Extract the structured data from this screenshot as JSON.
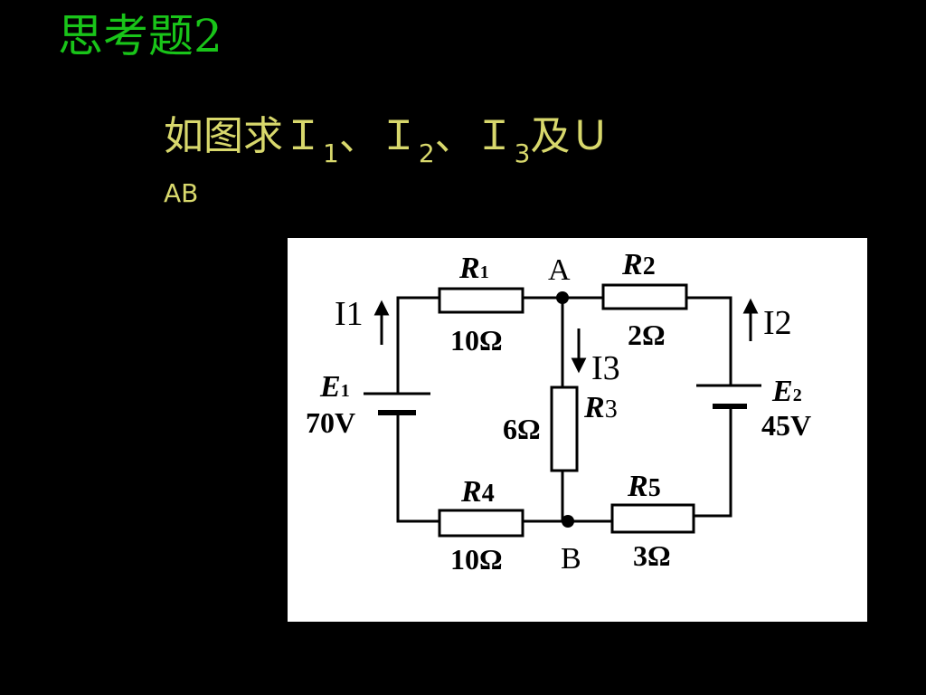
{
  "slide": {
    "title": "思考题2",
    "question": {
      "prefix": "如图求Ｉ",
      "sub1": "1",
      "sep1": "、Ｉ",
      "sub2": "2",
      "sep2": "、Ｉ",
      "sub3": "3",
      "suffix": "及Ｕ",
      "line2": "AB"
    }
  },
  "colors": {
    "background": "#000000",
    "title": "#19c419",
    "question": "#d8d86c",
    "diagram_bg": "#ffffff",
    "ink": "#000000"
  },
  "circuit": {
    "nodes": {
      "a": "A",
      "b": "B"
    },
    "resistors": [
      {
        "name": "R",
        "sub": "1",
        "value": "10Ω"
      },
      {
        "name": "R",
        "sub": "2",
        "value": "2Ω"
      },
      {
        "name": "R",
        "sub": "3",
        "value": "6Ω"
      },
      {
        "name": "R",
        "sub": "4",
        "value": "10Ω"
      },
      {
        "name": "R",
        "sub": "5",
        "value": "3Ω"
      }
    ],
    "sources": [
      {
        "name": "E",
        "sub": "1",
        "value": "70V"
      },
      {
        "name": "E",
        "sub": "2",
        "value": "45V"
      }
    ],
    "currents": [
      {
        "name": "I",
        "sub": "1",
        "arrow": "up"
      },
      {
        "name": "I",
        "sub": "2",
        "arrow": "up"
      },
      {
        "name": "I",
        "sub": "3",
        "arrow": "down"
      }
    ]
  }
}
